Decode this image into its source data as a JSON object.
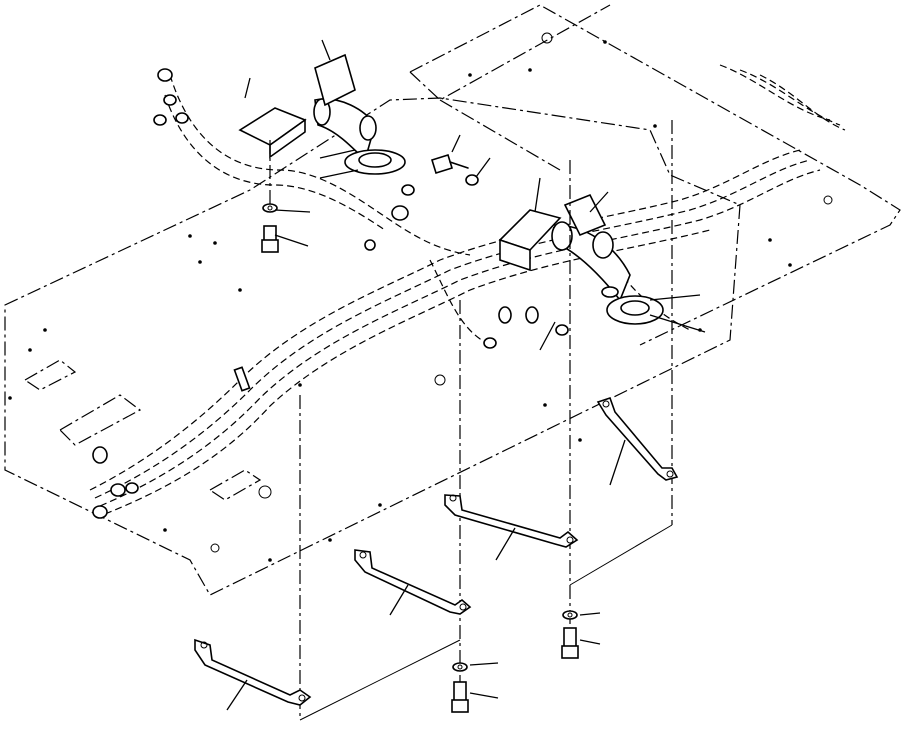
{
  "figure": {
    "kind": "exploded-parts-diagram",
    "line_color": "#000000",
    "background": "#ffffff"
  },
  "parts": [
    "floor-plate-upper",
    "floor-plate-lower",
    "hose-harness",
    "hose-clamp-left",
    "hose-clamp-right",
    "elbow-fitting-left",
    "elbow-fitting-right",
    "grommet-left",
    "grommet-right",
    "support-strap-1",
    "support-strap-2",
    "support-strap-3",
    "support-strap-4",
    "bolt-1",
    "bolt-2",
    "bolt-3",
    "bolt-4",
    "washer-1",
    "washer-2",
    "washer-3",
    "washer-4"
  ]
}
